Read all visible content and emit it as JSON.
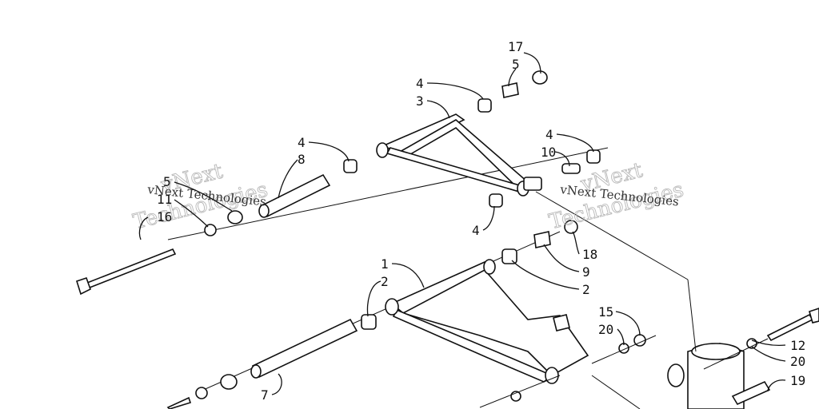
{
  "diagram": {
    "watermarks": [
      {
        "line1": "vNext",
        "line2": "Technologies"
      },
      {
        "line1": "vNext",
        "line2": "Technologies"
      }
    ],
    "watermark_small": [
      "vNext Technologies",
      "vNext Technologies"
    ],
    "callouts": {
      "c17": "17",
      "c5a": "5",
      "c4a": "4",
      "c3": "3",
      "c4b": "4",
      "c8": "8",
      "c4c": "4",
      "c10": "10",
      "c5b": "5",
      "c11": "11",
      "c16": "16",
      "c4d": "4",
      "c18": "18",
      "c9": "9",
      "c2a": "2",
      "c1": "1",
      "c2b": "2",
      "c15": "15",
      "c20a": "20",
      "c12": "12",
      "c20b": "20",
      "c19": "19",
      "c7": "7"
    }
  }
}
